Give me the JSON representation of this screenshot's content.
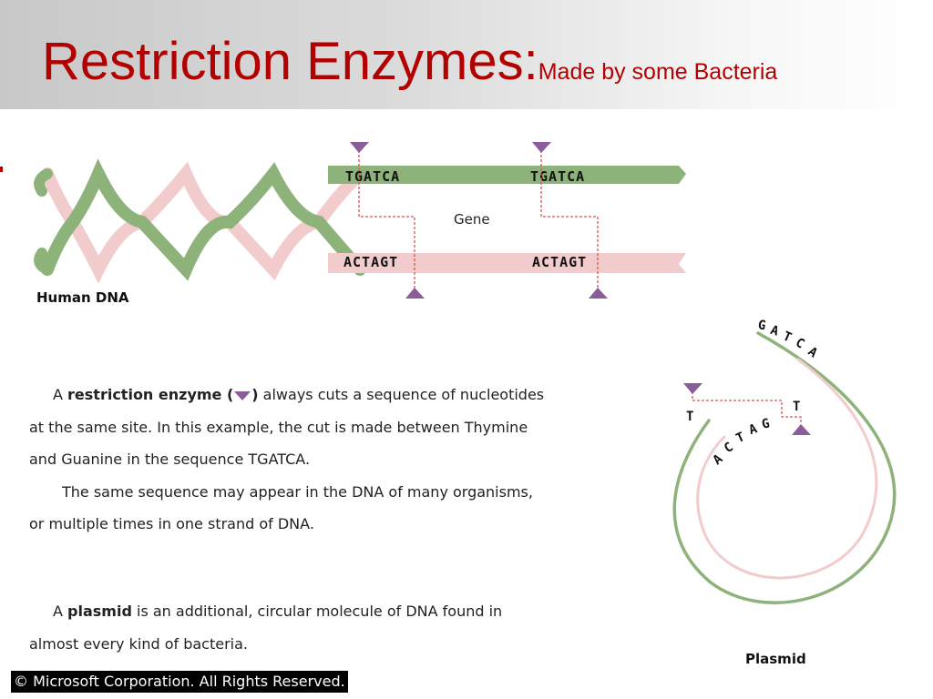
{
  "slide": {
    "title": "Restriction Enzymes:",
    "subtitle": "Made by some Bacteria"
  },
  "diagram": {
    "top_site_1": "TGATCA",
    "top_site_2": "TGATCA",
    "bottom_site_1": "ACTAGT",
    "bottom_site_2": "ACTAGT",
    "gene_label": "Gene",
    "dna_label": "Human DNA",
    "plasmid_label": "Plasmid",
    "plasmid_outer_letters": [
      "G",
      "A",
      "T",
      "C",
      "A"
    ],
    "plasmid_inner_letters": [
      "A",
      "C",
      "T",
      "A",
      "G"
    ],
    "plasmid_t_left": "T",
    "plasmid_t_right": "T",
    "colors": {
      "green_strand": "#8db37a",
      "pink_strand": "#f2cccc",
      "enzyme": "#8a5c99",
      "cut_line": "#d9534f",
      "title": "#b30000"
    }
  },
  "text": {
    "p1": {
      "l1_before": "A ",
      "l1_bold": "restriction enzyme (",
      "l1_bold_end": ")",
      "l1_after": " always cuts a sequence of nucleotides",
      "l2": "at the same site.  In this example, the cut is made between Thymine",
      "l3": "and Guanine in the sequence TGATCA.",
      "l4": "The same sequence may appear in the DNA of many organisms,",
      "l5": "or multiple times in one strand of DNA."
    },
    "p2": {
      "l1_before": "A ",
      "l1_bold": "plasmid",
      "l1_after": " is an additional, circular molecule of DNA found in",
      "l2": "almost every kind of bacteria."
    },
    "copyright": "© Microsoft Corporation. All Rights Reserved."
  }
}
